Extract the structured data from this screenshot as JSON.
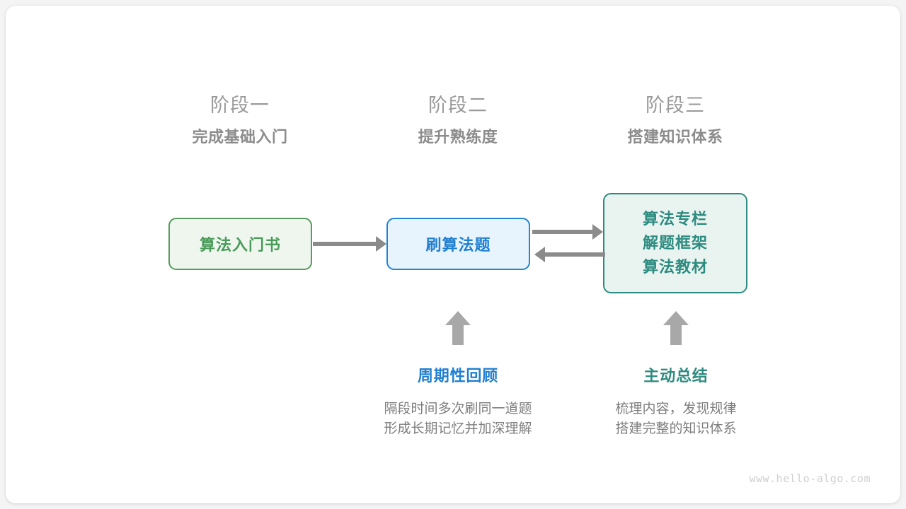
{
  "stages": [
    {
      "number": "阶段一",
      "title": "完成基础入门"
    },
    {
      "number": "阶段二",
      "title": "提升熟练度"
    },
    {
      "number": "阶段三",
      "title": "搭建知识体系"
    }
  ],
  "nodes": {
    "book": {
      "label": "算法入门书"
    },
    "practice": {
      "label": "刷算法题"
    },
    "resources": {
      "lines": [
        "算法专栏",
        "解题框架",
        "算法教材"
      ]
    }
  },
  "arrows": [
    {
      "name": "book-to-practice",
      "direction": "right"
    },
    {
      "name": "practice-to-resources",
      "direction": "right"
    },
    {
      "name": "resources-to-practice",
      "direction": "left"
    }
  ],
  "notes": [
    {
      "title": "周期性回顾",
      "lines": [
        "隔段时间多次刷同一道题",
        "形成长期记忆并加深理解"
      ]
    },
    {
      "title": "主动总结",
      "lines": [
        "梳理内容，发现规律",
        "搭建完整的知识体系"
      ]
    }
  ],
  "watermark": "www.hello-algo.com",
  "colors": {
    "green": "#4a9b5a",
    "green_border": "#5a9b5e",
    "green_fill": "#eef6ee",
    "blue": "#1f7fd0",
    "blue_border": "#2185d0",
    "blue_fill": "#e7f3fd",
    "teal": "#2e8b80",
    "teal_fill": "#e9f4f1",
    "gray_arrow": "#8b8b8b",
    "gray_heading": "#9a9a9a",
    "gray_body": "#7e7e7e",
    "watermark": "#cfcfcf"
  }
}
